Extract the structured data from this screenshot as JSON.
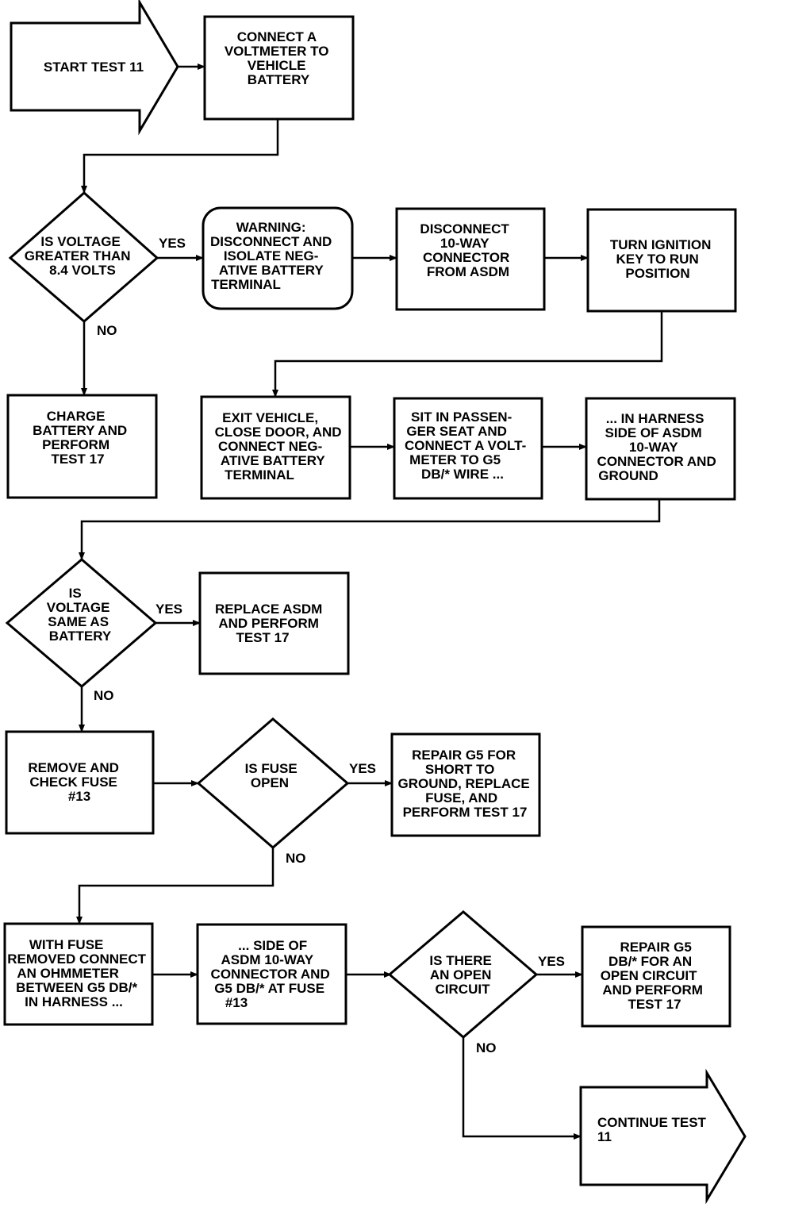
{
  "nodes": {
    "start": [
      "START TEST 11"
    ],
    "connect_voltmeter": [
      "CONNECT A",
      "VOLTMETER TO",
      "VEHICLE",
      "BATTERY"
    ],
    "voltage_q": [
      "IS VOLTAGE",
      "GREATER THAN",
      "8.4 VOLTS"
    ],
    "warning": [
      "WARNING:",
      "DISCONNECT AND",
      "ISOLATE NEG-",
      "ATIVE BATTERY",
      "TERMINAL"
    ],
    "disconnect_10way": [
      "DISCONNECT",
      "10-WAY",
      "CONNECTOR",
      "FROM ASDM"
    ],
    "turn_ignition": [
      "TURN IGNITION",
      "KEY TO RUN",
      "POSITION"
    ],
    "charge_battery": [
      "CHARGE",
      "BATTERY AND",
      "PERFORM",
      "TEST 17"
    ],
    "exit_vehicle": [
      "EXIT VEHICLE,",
      "CLOSE DOOR, AND",
      "CONNECT NEG-",
      "ATIVE BATTERY",
      "TERMINAL"
    ],
    "sit_passenger": [
      "SIT IN PASSEN-",
      "GER SEAT AND",
      "CONNECT A VOLT-",
      "METER TO G5",
      "DB/* WIRE ..."
    ],
    "in_harness": [
      "... IN HARNESS",
      "SIDE OF ASDM",
      "10-WAY",
      "CONNECTOR AND",
      "GROUND"
    ],
    "same_battery_q": [
      "IS",
      "VOLTAGE",
      "SAME AS",
      "BATTERY"
    ],
    "replace_asdm": [
      "REPLACE ASDM",
      "AND PERFORM",
      "TEST 17"
    ],
    "remove_fuse": [
      "REMOVE AND",
      "CHECK FUSE",
      "#13"
    ],
    "fuse_open_q": [
      "IS FUSE",
      "OPEN"
    ],
    "repair_short": [
      "REPAIR G5 FOR",
      "SHORT TO",
      "GROUND, REPLACE",
      "FUSE, AND",
      "PERFORM TEST 17"
    ],
    "ohmmeter": [
      "WITH FUSE",
      "REMOVED CONNECT",
      "AN OHMMETER",
      "BETWEEN G5 DB/*",
      "IN HARNESS ..."
    ],
    "side_asdm": [
      "... SIDE OF",
      "ASDM 10-WAY",
      "CONNECTOR AND",
      "G5 DB/* AT FUSE",
      "#13"
    ],
    "open_circuit_q": [
      "IS THERE",
      "AN OPEN",
      "CIRCUIT"
    ],
    "repair_open": [
      "REPAIR G5",
      "DB/* FOR AN",
      "OPEN CIRCUIT",
      "AND PERFORM",
      "TEST 17"
    ],
    "continue": [
      "CONTINUE TEST",
      "11"
    ]
  },
  "edge_labels": {
    "yes": "YES",
    "no": "NO"
  }
}
